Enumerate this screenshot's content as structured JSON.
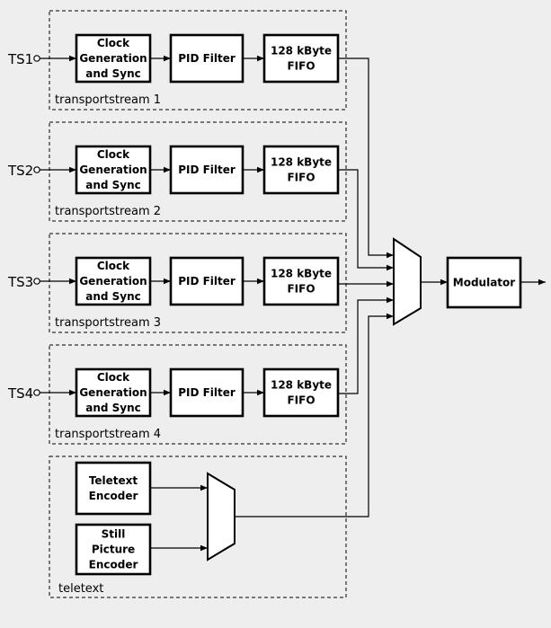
{
  "streams": [
    {
      "input": "TS1",
      "blocks": [
        "Clock\nGeneration\nand Sync",
        "PID Filter",
        "128 kByte\nFIFO"
      ],
      "group": "transportstream 1"
    },
    {
      "input": "TS2",
      "blocks": [
        "Clock\nGeneration\nand Sync",
        "PID Filter",
        "128 kByte\nFIFO"
      ],
      "group": "transportstream 2"
    },
    {
      "input": "TS3",
      "blocks": [
        "Clock\nGeneration\nand Sync",
        "PID Filter",
        "128 kByte\nFIFO"
      ],
      "group": "transportstream 3"
    },
    {
      "input": "TS4",
      "blocks": [
        "Clock\nGeneration\nand Sync",
        "PID Filter",
        "128 kByte\nFIFO"
      ],
      "group": "transportstream 4"
    }
  ],
  "teletext": {
    "group": "teletext",
    "blocks": [
      "Teletext\nEncoder",
      "Still\nPicture\nEncoder"
    ]
  },
  "output": {
    "label": "Modulator"
  }
}
